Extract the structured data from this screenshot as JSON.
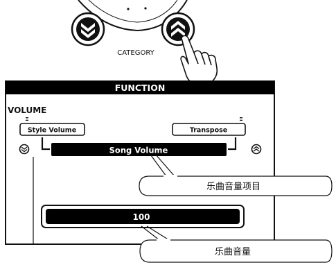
{
  "dial": {
    "category_label": "CATEGORY"
  },
  "lcd": {
    "header": "FUNCTION",
    "menu_title": "VOLUME",
    "left_item": "Style Volume",
    "right_item": "Transpose",
    "current_item": "Song Volume",
    "value": "100"
  },
  "callouts": {
    "item_label": "乐曲音量项目",
    "value_label": "乐曲音量"
  },
  "colors": {
    "ink": "#111111",
    "lcd_black": "#000000",
    "bg": "#ffffff"
  },
  "icons": {
    "down_button": "double-chevron-down-icon",
    "up_button": "double-chevron-up-icon",
    "hand": "pointing-hand-icon"
  }
}
